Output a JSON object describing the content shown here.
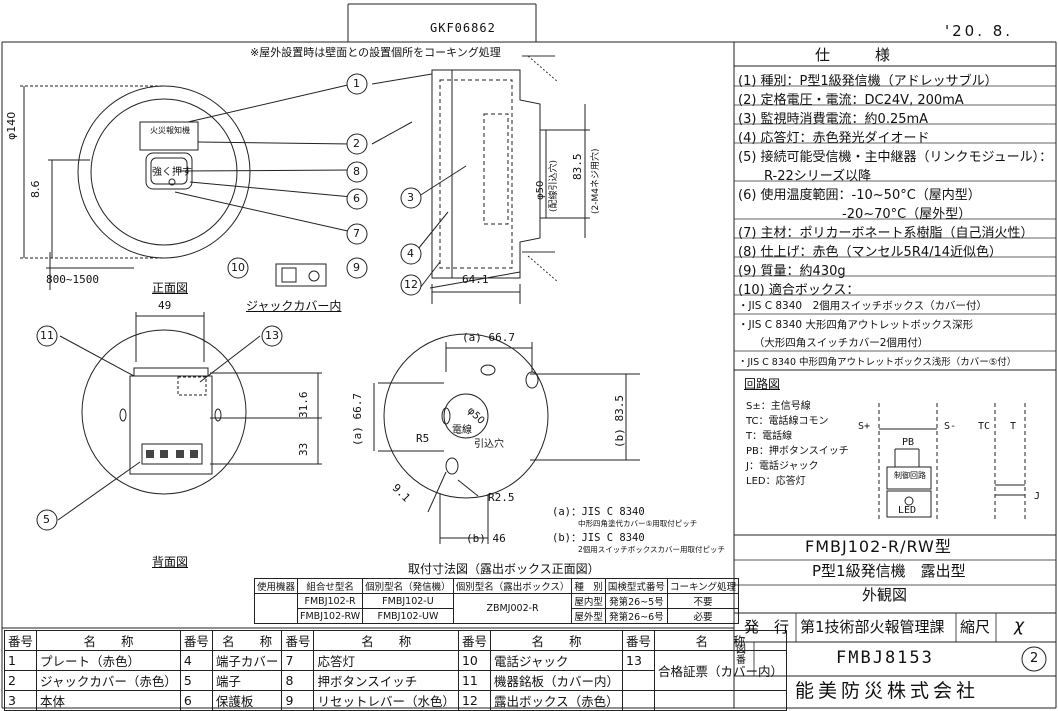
{
  "header": {
    "code": "GKF06862",
    "date": "'20. 8."
  },
  "notes": {
    "coking": "※屋外設置時は壁面との設置個所をコーキング処理"
  },
  "views": {
    "front": "正面図",
    "back": "背面図",
    "jack_cover": "ジャックカバー内",
    "mount": "取付寸法図（露出ボックス正面図）"
  },
  "device": {
    "plate_text": "火災報知機",
    "button": "強く押す"
  },
  "dims": {
    "d140": "φ140",
    "d86": "8.6",
    "d800": "800~1500",
    "d49": "49",
    "d316": "31.6",
    "d33": "33",
    "d641": "64.1",
    "d50": "φ50",
    "d50b": "(配線引込穴)",
    "d835": "83.5",
    "m4": "(2-M4ネジ用穴)",
    "a667": "(a) 66.7",
    "a667v": "(a) 66.7",
    "b835": "(b) 83.5",
    "b46": "(b) 46",
    "r5": "R5",
    "r25": "R2.5",
    "d91": "9.1",
    "hole1": "φ50",
    "hole2": "電線",
    "hole3": "引込穴"
  },
  "callouts": [
    "1",
    "2",
    "3",
    "4",
    "5",
    "6",
    "7",
    "8",
    "9",
    "10",
    "11",
    "12",
    "13"
  ],
  "boxnotes": {
    "a1": "(a)：JIS C 8340",
    "a2": "中形四角塗代カバー⑤用取付ピッチ",
    "b1": "(b)：JIS C 8340",
    "b2": "2個用スイッチボックスカバー用取付ピッチ"
  },
  "spec": {
    "title": "仕　　　様",
    "lines": [
      "(1) 種別：P型1級発信機（アドレッサブル）",
      "(2) 定格電圧・電流：DC24V, 200mA",
      "(3) 監視時消費電流：約0.25mA",
      "(4) 応答灯：赤色発光ダイオード",
      "(5) 接続可能受信機・主中継器（リンクモジュール）：",
      "　　R-22シリーズ以降",
      "(6) 使用温度範囲：-10~50°C（屋内型）",
      "　　　　　　　　-20~70°C（屋外型）",
      "(7) 主材：ポリカーボネート系樹脂（自己消火性）",
      "(8) 仕上げ：赤色（マンセル5R4/14近似色）",
      "(9) 質量：約430g",
      "(10) 適合ボックス：",
      "・JIS C 8340　2個用スイッチボックス（カバー付）",
      "・JIS C 8340 大形四角アウトレットボックス深形",
      "　　（大形四角スイッチカバー2個用付）",
      "・JIS C 8340 中形四角アウトレットボックス浅形（カバー⑤付）"
    ]
  },
  "circuit": {
    "title": "回路図",
    "legend": [
      "S±：主信号線",
      "TC：電話線コモン",
      "T：電話線",
      "PB：押ボタンスイッチ",
      "J：電話ジャック",
      "LED：応答灯"
    ],
    "terms": [
      "S+",
      "S-",
      "TC",
      "T"
    ],
    "pb": "PB",
    "ctrl": "制御回路",
    "led": "LED",
    "j": "J"
  },
  "title_block": {
    "model": "FMBJ102-R/RW型",
    "desc": "P型1級発信機　露出型",
    "view": "外観図",
    "issue_label": "発　行",
    "issuer": "第1技術部火報管理課",
    "scale_label": "縮尺",
    "scale": "χ",
    "drawing_label": "図番",
    "drawing_no": "FMBJ8153",
    "rev": "2",
    "company": "能美防災株式会社"
  },
  "combo_table": {
    "headers": [
      "使用機器",
      "組合せ型名",
      "個別型名（発信機）",
      "個別型名（露出ボックス）",
      "種　別",
      "国検型式番号",
      "コーキング処理"
    ],
    "rows": [
      [
        "",
        "FMBJ102-R",
        "FMBJ102-U",
        "ZBMJ002-R",
        "屋内型",
        "発第26~5号",
        "不要"
      ],
      [
        "",
        "FMBJ102-RW",
        "FMBJ102-UW",
        "",
        "屋外型",
        "発第26~6号",
        "必要"
      ]
    ]
  },
  "parts": {
    "header": [
      "番号",
      "名　　称"
    ],
    "items": [
      [
        "1",
        "プレート（赤色）"
      ],
      [
        "2",
        "ジャックカバー（赤色）"
      ],
      [
        "3",
        "本体"
      ],
      [
        "4",
        "端子カバー"
      ],
      [
        "5",
        "端子"
      ],
      [
        "6",
        "保護板"
      ],
      [
        "7",
        "応答灯"
      ],
      [
        "8",
        "押ボタンスイッチ"
      ],
      [
        "9",
        "リセットレバー（水色）"
      ],
      [
        "10",
        "電話ジャック"
      ],
      [
        "11",
        "機器銘板（カバー内）"
      ],
      [
        "12",
        "露出ボックス（赤色）"
      ],
      [
        "13",
        "合格証票（カバー内）"
      ]
    ]
  }
}
